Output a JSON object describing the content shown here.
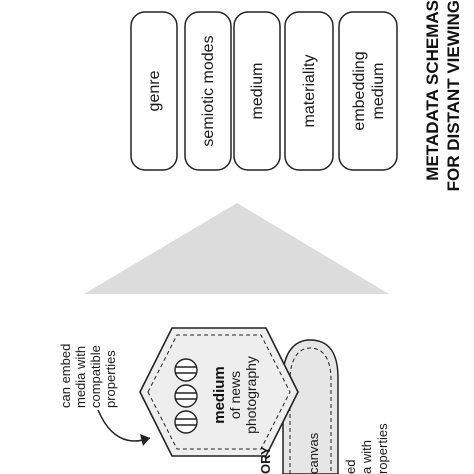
{
  "title": {
    "line1": "METADATA SCHEMAS",
    "line2": "FOR DISTANT VIEWING"
  },
  "schemas": [
    {
      "lines": [
        "genre"
      ]
    },
    {
      "lines": [
        "semiotic modes"
      ]
    },
    {
      "lines": [
        "medium"
      ]
    },
    {
      "lines": [
        "materiality"
      ]
    },
    {
      "lines": [
        "embedding",
        "medium"
      ]
    }
  ],
  "note": {
    "lines": [
      "can embed",
      "media with",
      "compatible",
      "properties"
    ]
  },
  "hexagon": {
    "bold": "medium",
    "lines": [
      "of news",
      "photography"
    ]
  },
  "lower_left": {
    "fragment1": "ORY",
    "fragment2": "canvas",
    "fragment3": "ed",
    "fragment4": "a with",
    "fragment5": "roperties"
  },
  "colors": {
    "stroke": "#222222",
    "triangle": "#dcdcdc",
    "hex_fill": "#eeeeee",
    "blob_fill": "#e6e6e6"
  }
}
